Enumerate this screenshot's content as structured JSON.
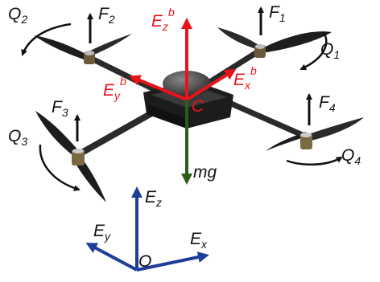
{
  "colors": {
    "body_axes": "#e8141c",
    "inertial_axes": "#1f3e99",
    "gravity": "#2f5a1a",
    "labels": "#111111"
  },
  "labels": {
    "q2": {
      "base": "Q",
      "sub": "2"
    },
    "f2": {
      "base": "F",
      "sub": "2"
    },
    "ezb": {
      "base": "E",
      "sub": "z",
      "sup": "b"
    },
    "f1": {
      "base": "F",
      "sub": "1"
    },
    "q1": {
      "base": "Q",
      "sub": "1"
    },
    "eyb": {
      "base": "E",
      "sub": "y",
      "sup": "b"
    },
    "exb": {
      "base": "E",
      "sub": "x",
      "sup": "b"
    },
    "c": "C",
    "f3": {
      "base": "F",
      "sub": "3"
    },
    "f4": {
      "base": "F",
      "sub": "4"
    },
    "q3": {
      "base": "Q",
      "sub": "3"
    },
    "q4": {
      "base": "Q",
      "sub": "4"
    },
    "mg": "mg",
    "ez": {
      "base": "E",
      "sub": "z"
    },
    "ey": {
      "base": "E",
      "sub": "y"
    },
    "ex": {
      "base": "E",
      "sub": "x"
    },
    "o": "O"
  }
}
